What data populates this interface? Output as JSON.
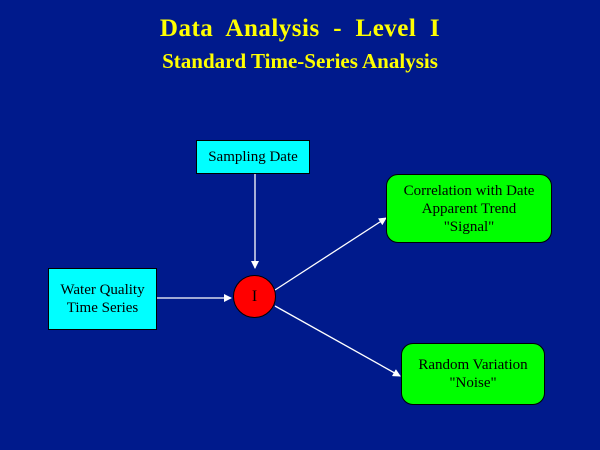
{
  "title": "Data  Analysis  -  Level  I",
  "subtitle": "Standard Time-Series Analysis",
  "colors": {
    "background": "#001a8c",
    "title": "#ffff00",
    "input_box": "#00ffff",
    "output_box": "#00ff00",
    "node": "#ff0000",
    "arrow": "#ffffff"
  },
  "boxes": {
    "sampling_date": "Sampling Date",
    "water_quality": "Water Quality\nTime Series",
    "signal": "Correlation with Date\nApparent Trend\n\"Signal\"",
    "noise": "Random Variation\n\"Noise\""
  },
  "node_label": "I"
}
